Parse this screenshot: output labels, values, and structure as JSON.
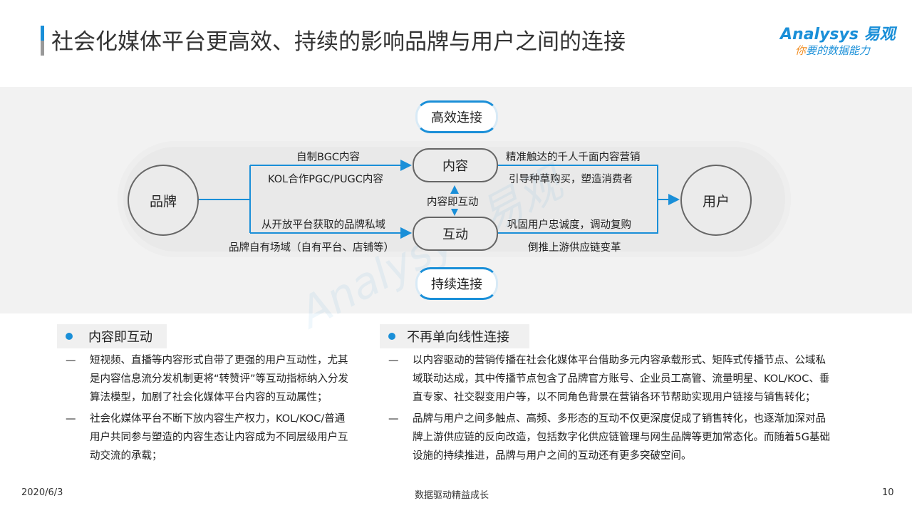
{
  "header": {
    "title": "社会化媒体平台更高效、持续的影响品牌与用户之间的连接",
    "logo_brand": "Analysys 易观",
    "logo_slogan_first": "你",
    "logo_slogan_rest": "要的数据能力"
  },
  "diagram": {
    "brand": "品牌",
    "user": "用户",
    "content": "内容",
    "interaction": "互动",
    "top_link": "高效连接",
    "bottom_link": "持续连接",
    "left_labels": [
      "自制BGC内容",
      "KOL合作PGC/PUGC内容",
      "从开放平台获取的品牌私域",
      "品牌自有场域（自有平台、店铺等）"
    ],
    "middle_label": "内容即互动",
    "right_labels": [
      "精准触达的千人千面内容营销",
      "引导种草购买，塑造消费者",
      "巩固用户忠诚度，调动复购",
      "倒推上游供应链变革"
    ],
    "line_color": "#1a8fd8"
  },
  "left_section": {
    "heading": "内容即互动",
    "items": [
      "短视频、直播等内容形式自带了更强的用户互动性，尤其是内容信息流分发机制更将“转赞评”等互动指标纳入分发算法模型，加剧了社会化媒体平台内容的互动属性；",
      "社会化媒体平台不断下放内容生产权力，KOL/KOC/普通用户共同参与塑造的内容生态让内容成为不同层级用户互动交流的承载；"
    ]
  },
  "right_section": {
    "heading": "不再单向线性连接",
    "items": [
      "以内容驱动的营销传播在社会化媒体平台借助多元内容承载形式、矩阵式传播节点、公域私域联动达成，其中传播节点包含了品牌官方账号、企业员工高管、流量明星、KOL/KOC、垂直专家、社交裂变用户等，以不同角色背景在营销各环节帮助实现用户链接与销售转化；",
      "品牌与用户之间多触点、高频、多形态的互动不仅更深度促成了销售转化，也逐渐加深对品牌上游供应链的反向改造，包括数字化供应链管理与网生品牌等更加常态化。而随着5G基础设施的持续推进，品牌与用户之间的互动还有更多突破空间。"
    ]
  },
  "footer": {
    "date": "2020/6/3",
    "center": "数据驱动精益成长",
    "page": "10"
  },
  "dash": "—"
}
